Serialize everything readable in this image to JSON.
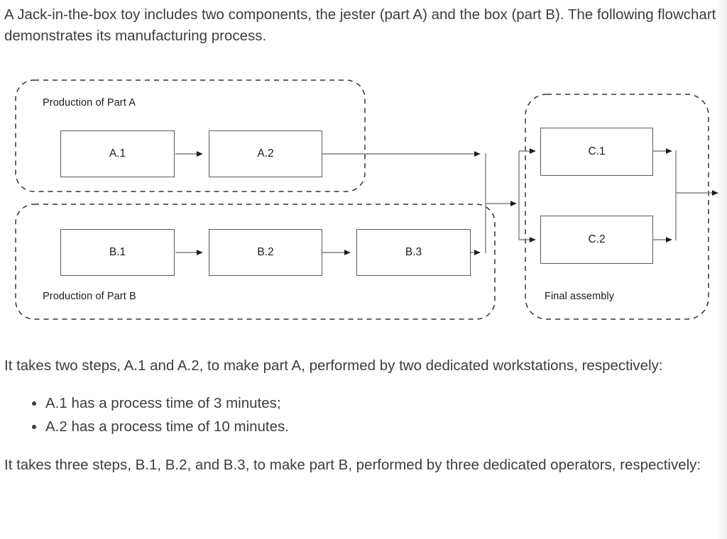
{
  "intro": {
    "paragraph": "A Jack-in-the-box toy includes two components, the jester (part A) and the box (part B). The following flowchart demonstrates its manufacturing process."
  },
  "flowchart": {
    "groups": {
      "part_a_label": "Production of Part A",
      "part_b_label": "Production of Part B",
      "final_assembly_label": "Final assembly"
    },
    "nodes": {
      "a1": "A.1",
      "a2": "A.2",
      "b1": "B.1",
      "b2": "B.2",
      "b3": "B.3",
      "c1": "C.1",
      "c2": "C.2"
    },
    "colors": {
      "node_border": "#595959",
      "connector": "#7f7f7f",
      "group_border": "#333333",
      "text": "#1b1b1b"
    }
  },
  "body": {
    "paragraph_a": "It takes two steps, A.1 and A.2, to make part A, performed by two dedicated workstations, respectively:",
    "bullets_a": [
      "A.1 has a process time of 3 minutes;",
      "A.2 has a process time of 10 minutes."
    ],
    "paragraph_b": "It takes three steps, B.1, B.2, and B.3, to make part B, performed by three dedicated operators, respectively:"
  }
}
